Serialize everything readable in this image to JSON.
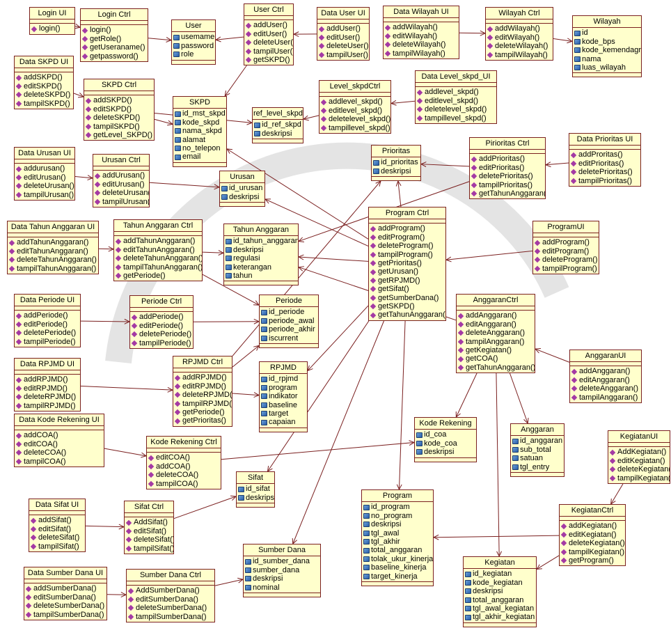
{
  "colors": {
    "box_fill": "#ffffcc",
    "box_border": "#7a1f1f",
    "line": "#7a1f1f",
    "attr_icon": "#2a5ea8",
    "op_icon": "#a43aa4"
  },
  "boxes": [
    {
      "id": "login_ui",
      "name": "Login UI",
      "attrs": [],
      "ops": [
        "login()"
      ]
    },
    {
      "id": "login_ctrl",
      "name": "Login Ctrl",
      "attrs": [],
      "ops": [
        "login()",
        "getRole()",
        "getUseraname()",
        "getpassword()"
      ]
    },
    {
      "id": "user",
      "name": "User",
      "attrs": [
        "usemame",
        "password",
        "role"
      ],
      "ops": []
    },
    {
      "id": "user_ctrl",
      "name": "User Ctrl",
      "attrs": [],
      "ops": [
        "addUser()",
        "editUser()",
        "deleteUser()",
        "tampilUser()",
        "getSKPD()"
      ]
    },
    {
      "id": "data_user_ui",
      "name": "Data User UI",
      "attrs": [],
      "ops": [
        "addUser()",
        "editUser()",
        "deleteUser()",
        "tampilUser()"
      ]
    },
    {
      "id": "data_wilayah_ui",
      "name": "Data Wilayah UI",
      "attrs": [],
      "ops": [
        "addWilayah()",
        "editWilayah()",
        "deleteWilayah()",
        "tampilWilayah()"
      ]
    },
    {
      "id": "wilayah_ctrl",
      "name": "Wilayah Ctrl",
      "attrs": [],
      "ops": [
        "addWilayah()",
        "editWilayah()",
        "deleteWilayah()",
        "tampilWilayah()"
      ]
    },
    {
      "id": "wilayah",
      "name": "Wilayah",
      "attrs": [
        "id",
        "kode_bps",
        "kode_kemendagri",
        "nama",
        "luas_wilayah"
      ],
      "ops": []
    },
    {
      "id": "data_skpd_ui",
      "name": "Data SKPD UI",
      "attrs": [],
      "ops": [
        "addSKPD()",
        "editSKPD()",
        "deleteSKPD()",
        "tampilSKPD()"
      ]
    },
    {
      "id": "skpd_ctrl",
      "name": "SKPD Ctrl",
      "attrs": [],
      "ops": [
        "addSKPD()",
        "editSKPD()",
        "deleteSKPD()",
        "tampilSKPD()",
        "getLevel_SKPD()"
      ]
    },
    {
      "id": "skpd",
      "name": "SKPD",
      "attrs": [
        "id_mst_skpd",
        "kode_skpd",
        "nama_skpd",
        "alamat",
        "no_telepon",
        "email"
      ],
      "ops": []
    },
    {
      "id": "ref_level_skpd",
      "name": "ref_level_skpd",
      "attrs": [
        "id_ref_skpd",
        "deskripsi"
      ],
      "ops": []
    },
    {
      "id": "level_skpd_ctrl",
      "name": "Level_skpdCtrl",
      "attrs": [],
      "ops": [
        "addlevel_skpd()",
        "editlevel_skpd()",
        "deletelevel_skpd()",
        "tampillevel_skpd()"
      ]
    },
    {
      "id": "data_level_skpd_ui",
      "name": "Data Level_skpd_UI",
      "attrs": [],
      "ops": [
        "addlevel_skpd()",
        "editlevel_skpd()",
        "deletelevel_skpd()",
        "tampillevel_skpd()"
      ]
    },
    {
      "id": "data_urusan_ui",
      "name": "Data Urusan UI",
      "attrs": [],
      "ops": [
        "addurusan()",
        "editUrusan()",
        "deleteUrusan()",
        "tampilUrusan()"
      ]
    },
    {
      "id": "urusan_ctrl",
      "name": "Urusan Ctrl",
      "attrs": [],
      "ops": [
        "addUrusan()",
        "editUrusan()",
        "deleteUrusan()",
        "tampilUrusan()"
      ]
    },
    {
      "id": "urusan",
      "name": "Urusan",
      "attrs": [
        "id_urusan",
        "deskripsi"
      ],
      "ops": []
    },
    {
      "id": "prioritas",
      "name": "Prioritas",
      "attrs": [
        "id_prioritas",
        "deskripsi"
      ],
      "ops": []
    },
    {
      "id": "prioritas_ctrl",
      "name": "Pirioritas Ctrl",
      "attrs": [],
      "ops": [
        "addPrioritas()",
        "editPrioritas()",
        "deletePrioritas()",
        "tampilPrioritas()",
        "getTahunAnggaran()"
      ]
    },
    {
      "id": "data_prioritas_ui",
      "name": "Data Prioritas UI",
      "attrs": [],
      "ops": [
        "addProritas()",
        "editPrioritas()",
        "deletePrioritas()",
        "tampilPrioritas()"
      ]
    },
    {
      "id": "data_tahun_ui",
      "name": "Data Tahun Anggaran UI",
      "attrs": [],
      "ops": [
        "addTahunAnggaran()",
        "editTahunAnggaran()",
        "deleteTahunAnggaran()",
        "tampilTahunAnggaran()"
      ]
    },
    {
      "id": "tahun_ctrl",
      "name": "Tahun Anggaran Ctrl",
      "attrs": [],
      "ops": [
        "addTahunAnggaran()",
        "editTahunAnggaran()",
        "deleteTahunAnggaran()",
        "tampilTahunAnggaran()",
        "getPeriode()"
      ]
    },
    {
      "id": "tahun_anggaran",
      "name": "Tahun Anggaran",
      "attrs": [
        "id_tahun_anggaran",
        "deskripsi",
        "regulasi",
        "keterangan",
        "tahun"
      ],
      "ops": []
    },
    {
      "id": "program_ctrl",
      "name": "Program Ctrl",
      "attrs": [],
      "ops": [
        "addProgram()",
        "editProgram()",
        "deleteProgram()",
        "tampilProgram()",
        "getPrioritas()",
        "getUrusan()",
        "getRPJMD()",
        "getSifat()",
        "getSumberDana()",
        "getSKPD()",
        "getTahunAnggaran()"
      ]
    },
    {
      "id": "program_ui",
      "name": "ProgramUI",
      "attrs": [],
      "ops": [
        "addProgram()",
        "editProgram()",
        "deleteProgram()",
        "tampilProgram()"
      ]
    },
    {
      "id": "data_periode_ui",
      "name": "Data Periode UI",
      "attrs": [],
      "ops": [
        "addPeriode()",
        "editPeriode()",
        "deletePeriode()",
        "tampilPeriode()"
      ]
    },
    {
      "id": "periode_ctrl",
      "name": "Periode Ctrl",
      "attrs": [],
      "ops": [
        "addPeriode()",
        "editPeriode()",
        "deletePeriode()",
        "tampilPeriode()"
      ]
    },
    {
      "id": "periode",
      "name": "Periode",
      "attrs": [
        "id_periode",
        "periode_awal",
        "periode_akhir",
        "iscurrent"
      ],
      "ops": []
    },
    {
      "id": "anggaran_ctrl",
      "name": "AnggaranCtrl",
      "attrs": [],
      "ops": [
        "addAnggaran()",
        "editAnggaran()",
        "deleteAnggaran()",
        "tampilAnggaran()",
        "getKegiatan()",
        "getCOA()",
        "getTahunAnggaran()"
      ]
    },
    {
      "id": "data_rpjmd_ui",
      "name": "Data RPJMD UI",
      "attrs": [],
      "ops": [
        "addRPJMD()",
        "editRPJMD()",
        "deleteRPJMD()",
        "tampilRPJMD()"
      ]
    },
    {
      "id": "rpjmd_ctrl",
      "name": "RPJMD Ctrl",
      "attrs": [],
      "ops": [
        "addRPJMD()",
        "editRPJMD()",
        "deleteRPJMD()",
        "tampilRPJMD()",
        "getPeriode()",
        "getPrioritas()"
      ]
    },
    {
      "id": "rpjmd",
      "name": "RPJMD",
      "attrs": [
        "id_rpjmd",
        "program",
        "indikator",
        "baseline",
        "target",
        "capaian"
      ],
      "ops": []
    },
    {
      "id": "anggaran_ui",
      "name": "AnggaranUI",
      "attrs": [],
      "ops": [
        "addAnggaran()",
        "editAnggaran()",
        "deleteAnggaran()",
        "tampilAnggaran()"
      ]
    },
    {
      "id": "kode_rekening",
      "name": "Kode Rekening",
      "attrs": [
        "id_coa",
        "kode_coa",
        "deskripsi"
      ],
      "ops": []
    },
    {
      "id": "anggaran",
      "name": "Anggaran",
      "attrs": [
        "id_anggaran",
        "sub_total",
        "satuan",
        "tgl_entry"
      ],
      "ops": []
    },
    {
      "id": "kegiatan_ui",
      "name": "KegiatanUI",
      "attrs": [],
      "ops": [
        "AddKegiatan()",
        "editKegiatan()",
        "deleteKegiatan()",
        "tampilKegiatan()"
      ]
    },
    {
      "id": "data_kode_rekening_ui",
      "name": "Data Kode Rekening UI",
      "attrs": [],
      "ops": [
        "addCOA()",
        "editCOA()",
        "deleteCOA()",
        "tampilCOA()"
      ]
    },
    {
      "id": "kode_rekening_ctrl",
      "name": "Kode Rekening Ctrl",
      "attrs": [],
      "ops": [
        "editCOA()",
        "addCOA()",
        "deleteCOA()",
        "tampilCOA()"
      ]
    },
    {
      "id": "sifat",
      "name": "Sifat",
      "attrs": [
        "id_sifat",
        "deskripsi"
      ],
      "ops": []
    },
    {
      "id": "program",
      "name": "Program",
      "attrs": [
        "id_program",
        "no_program",
        "deskripsi",
        "tgl_awal",
        "tgl_akhir",
        "total_anggaran",
        "tolak_ukur_kinerja",
        "baseline_kinerja",
        "target_kinerja"
      ],
      "ops": []
    },
    {
      "id": "kegiatan_ctrl",
      "name": "KegiatanCtrl",
      "attrs": [],
      "ops": [
        "addKegiatan()",
        "editKegiatan()",
        "deleteKegiatan()",
        "tampilKegiatan()",
        "getProgram()"
      ]
    },
    {
      "id": "data_sifat_ui",
      "name": "Data Sifat UI",
      "attrs": [],
      "ops": [
        "addSifat()",
        "editSifat()",
        "deleteSifat()",
        "tampilSifat()"
      ]
    },
    {
      "id": "sifat_ctrl",
      "name": "Sifat Ctrl",
      "attrs": [],
      "ops": [
        "AddSifat()",
        "editSifat()",
        "deleteSifat()",
        "tampilSifat()"
      ]
    },
    {
      "id": "sumber_dana",
      "name": "Sumber Dana",
      "attrs": [
        "id_sumber_dana",
        "sumber_dana",
        "deskripsi",
        "nominal"
      ],
      "ops": []
    },
    {
      "id": "data_sumber_dana_ui",
      "name": "Data Sumber Dana UI",
      "attrs": [],
      "ops": [
        "addSumberDana()",
        "editSumberDana()",
        "deleteSumberDana()",
        "tampilSumberDana()"
      ]
    },
    {
      "id": "sumber_dana_ctrl",
      "name": "Sumber Dana Ctrl",
      "attrs": [],
      "ops": [
        "AddSumberDana()",
        "editSumberDana()",
        "deleteSumberDana()",
        "tampilSumberDana()"
      ]
    },
    {
      "id": "kegiatan",
      "name": "Kegiatan",
      "attrs": [
        "id_kegiatan",
        "kode_kegiatan",
        "deskripsi",
        "total_anggaran",
        "tgl_awal_kegiatan",
        "tgl_akhir_kegiatan"
      ],
      "ops": []
    }
  ],
  "edges": [
    [
      "login_ui",
      "login_ctrl"
    ],
    [
      "login_ctrl",
      "user"
    ],
    [
      "user_ctrl",
      "user"
    ],
    [
      "data_user_ui",
      "user_ctrl"
    ],
    [
      "data_wilayah_ui",
      "wilayah_ctrl"
    ],
    [
      "wilayah_ctrl",
      "wilayah"
    ],
    [
      "data_skpd_ui",
      "skpd_ctrl"
    ],
    [
      "skpd_ctrl",
      "skpd"
    ],
    [
      "skpd_ctrl",
      "ref_level_skpd"
    ],
    [
      "user_ctrl",
      "skpd"
    ],
    [
      "level_skpd_ctrl",
      "ref_level_skpd"
    ],
    [
      "data_level_skpd_ui",
      "level_skpd_ctrl"
    ],
    [
      "data_urusan_ui",
      "urusan_ctrl"
    ],
    [
      "urusan_ctrl",
      "urusan"
    ],
    [
      "data_prioritas_ui",
      "prioritas_ctrl"
    ],
    [
      "prioritas_ctrl",
      "prioritas"
    ],
    [
      "prioritas_ctrl",
      "tahun_anggaran"
    ],
    [
      "data_tahun_ui",
      "tahun_ctrl"
    ],
    [
      "tahun_ctrl",
      "tahun_anggaran"
    ],
    [
      "tahun_ctrl",
      "periode"
    ],
    [
      "program_ui",
      "program_ctrl"
    ],
    [
      "program_ctrl",
      "prioritas"
    ],
    [
      "program_ctrl",
      "urusan"
    ],
    [
      "program_ctrl",
      "tahun_anggaran"
    ],
    [
      "program_ctrl",
      "skpd"
    ],
    [
      "program_ctrl",
      "rpjmd"
    ],
    [
      "program_ctrl",
      "sifat"
    ],
    [
      "program_ctrl",
      "sumber_dana"
    ],
    [
      "program_ctrl",
      "program"
    ],
    [
      "data_periode_ui",
      "periode_ctrl"
    ],
    [
      "periode_ctrl",
      "periode"
    ],
    [
      "data_rpjmd_ui",
      "rpjmd_ctrl"
    ],
    [
      "rpjmd_ctrl",
      "rpjmd"
    ],
    [
      "rpjmd_ctrl",
      "periode"
    ],
    [
      "rpjmd_ctrl",
      "prioritas"
    ],
    [
      "anggaran_ui",
      "anggaran_ctrl"
    ],
    [
      "anggaran_ctrl",
      "anggaran"
    ],
    [
      "anggaran_ctrl",
      "kode_rekening"
    ],
    [
      "anggaran_ctrl",
      "kegiatan"
    ],
    [
      "anggaran_ctrl",
      "tahun_anggaran"
    ],
    [
      "data_kode_rekening_ui",
      "kode_rekening_ctrl"
    ],
    [
      "kode_rekening_ctrl",
      "kode_rekening"
    ],
    [
      "data_sifat_ui",
      "sifat_ctrl"
    ],
    [
      "sifat_ctrl",
      "sifat"
    ],
    [
      "data_sumber_dana_ui",
      "sumber_dana_ctrl"
    ],
    [
      "sumber_dana_ctrl",
      "sumber_dana"
    ],
    [
      "kegiatan_ui",
      "kegiatan_ctrl"
    ],
    [
      "kegiatan_ctrl",
      "program"
    ],
    [
      "kegiatan_ctrl",
      "kegiatan"
    ]
  ]
}
